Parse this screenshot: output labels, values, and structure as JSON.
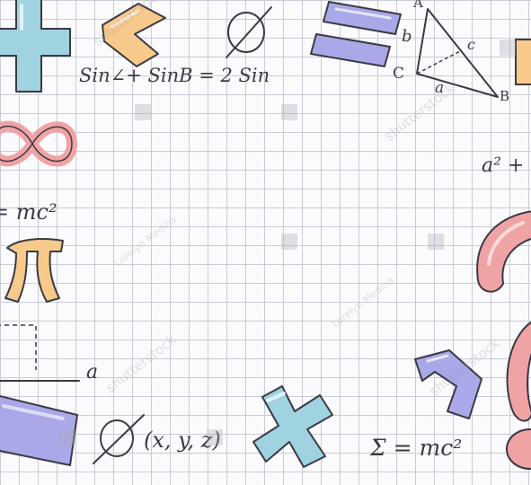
{
  "formulas": {
    "trig": "Sin∠+ SinB = 2 Sin",
    "emc_left": "= mc²",
    "sigma": "Σ = mc²",
    "a_squared": "a² +",
    "coords": "(x, y, z)",
    "side_a": "a"
  },
  "triangle": {
    "vertex_a": "A",
    "vertex_b": "B",
    "vertex_c": "C",
    "side_a": "a",
    "side_b": "b",
    "side_c": "c"
  },
  "watermarks": {
    "brand": "shutterstock",
    "author": "Lorelyn Medina"
  },
  "colors": {
    "teal": "#9fd3e0",
    "violet": "#a9a8e8",
    "peach": "#f7c98a",
    "pink": "#f0a3a4",
    "ink": "#3a3a44"
  }
}
